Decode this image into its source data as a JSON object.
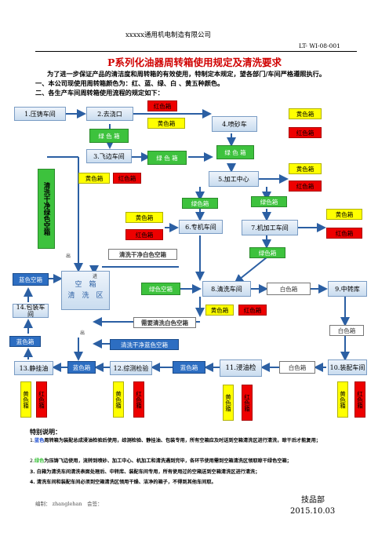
{
  "header": {
    "company": "xxxxx通用机电制造有限公司",
    "doc_no": "LT- WI-08-001",
    "title": "P系列化油器周转箱使用规定及清洗要求",
    "intro": "为了进一步保证产品的清洁度和周转箱的有效使用，特制定本规定，望各部门/车间严格遵照执行。",
    "sec1": "一、本公司现使用周转箱颜色为：红、蓝、绿、白 、黄五种颜色。",
    "sec2": "二、各生产车间周转箱使用流程的规定如下："
  },
  "flow": {
    "s1": "1.压铸车间",
    "s2": "2.去浇口",
    "s3": "3.飞边车间",
    "s4": "4.喷砂车",
    "s5": "5.加工中心",
    "s6": "6.专机车间",
    "s7": "7.机加工车间",
    "s8": "8.清洗车间",
    "s9": "9.中转库",
    "s10": "10.装配车间",
    "s11": "11.浸油检",
    "s12": "12.综测检验",
    "s13": "13.静挂油",
    "s14": "14.包装车间",
    "red": "红色箱",
    "yellow": "黄色箱",
    "green": "绿 色 箱",
    "green2": "绿色箱",
    "white": "白色箱",
    "blue": "蓝色箱",
    "clean_zone_v": "清洗干净绿色空箱",
    "clean_white": "清洗干净白色空箱",
    "need_white": "需要清洗白色空箱",
    "clean_blue": "清洗干净蓝色空箱",
    "green_empty": "绿色空箱",
    "blue_empty": "蓝色空箱",
    "zone_title": "空　箱",
    "zone_sub": "清　洗　区",
    "out": "出",
    "in": "进",
    "yellow_v": "黄色箱",
    "red_v": "红色箱"
  },
  "notes": {
    "title": "特别说明：",
    "n1_prefix": "1.",
    "n1_hl": "蓝色",
    "n1": "周转箱为装配总成浸油检验后使用，综测检验、静挂油、包装专用，所有空箱应及时送到空箱清洗区进行清洗，晾干后才能复用；",
    "n2_prefix": "2.",
    "n2_hl": "绿色",
    "n2": "为压铸飞边使用，流转到喷砂、加工中心、机加工和清洗遇到完毕，各环节使用需到空箱清洗区领取晾干绿色空箱；",
    "n3": "3. 白箱为清洗车间清洗表面处理后、中转库、装配车间专用，所有使用过的空箱送到空箱清洗区进行清洗；",
    "n4": "4. 清洗车间和装配车间必须到空箱清洗区领用干燥、洁净的箱子，不得到其他车间取。"
  },
  "footer": {
    "author": "编制： zhanglehan　会签：",
    "dept": "技品部",
    "date": "2015.10.03"
  },
  "colors": {
    "red": "#ee0000",
    "yellow": "#ffff00",
    "green": "#3dc23d",
    "blue": "#2d6ec2",
    "title": "#d00000"
  }
}
